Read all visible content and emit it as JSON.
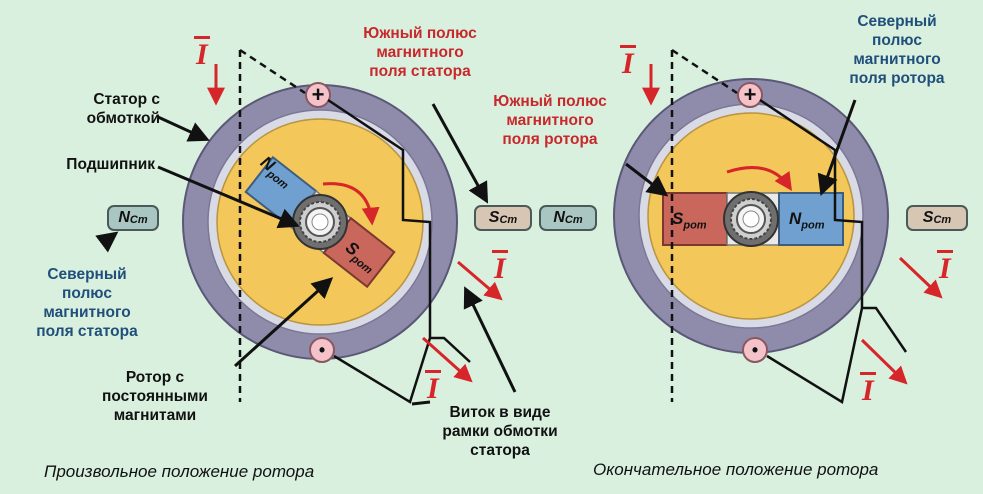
{
  "labels": {
    "stator_winding": "Статор с\nобмоткой",
    "bearing": "Подшипник",
    "south_stator": "Южный полюс\nмагнитного\nполя статора",
    "north_stator": "Северный\nполюс\nмагнитного\nполя статора",
    "rotor_pm": "Ротор с\nпостоянными\nмагнитами",
    "coil_frame": "Виток в виде\nрамки обмотки\nстатора",
    "south_rotor": "Южный полюс\nмагнитного\nполя ротора",
    "north_rotor": "Северный\nполюс\nмагнитного\nполя ротора"
  },
  "captions": {
    "left": "Произвольное положение ротора",
    "right": "Окончательное положение ротора"
  },
  "poles": {
    "n_main": "N",
    "s_main": "S",
    "sub_st": "Ст",
    "sub_rot": "рот"
  },
  "current_symbol": "I",
  "terminal_plus": "+",
  "terminal_dot": "•",
  "colors": {
    "background": "#d9f0df",
    "stator_ring": "#8f8cab",
    "rotor_disc": "#f3c759",
    "north_magnet": "#6fa0cf",
    "south_magnet": "#c9675c",
    "current_red": "#d7262a",
    "text_red": "#c8282b",
    "text_blue": "#1f4f7a"
  }
}
